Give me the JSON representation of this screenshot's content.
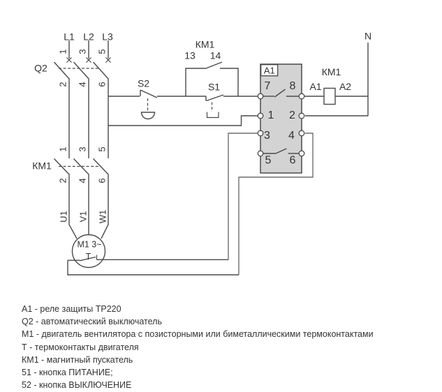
{
  "schematic": {
    "phase_labels": [
      "L1",
      "L2",
      "L3"
    ],
    "neutral_label": "N",
    "breaker": {
      "label": "Q2",
      "top_terminals": [
        "1",
        "3",
        "5"
      ],
      "bottom_terminals": [
        "2",
        "4",
        "6"
      ]
    },
    "contactor": {
      "label": "КМ1",
      "top_terminals": [
        "1",
        "3",
        "5"
      ],
      "bottom_terminals": [
        "2",
        "4",
        "6"
      ]
    },
    "aux_contact": {
      "label": "КМ1",
      "terminal_13": "13",
      "terminal_14": "14"
    },
    "stop_button": {
      "label": "S2"
    },
    "start_button": {
      "label": "S1"
    },
    "relay": {
      "tag": "A1",
      "t7": "7",
      "t8": "8",
      "t1": "1",
      "t2": "2",
      "t3": "3",
      "t4": "4",
      "t5": "5",
      "t6": "6"
    },
    "coil": {
      "label": "КМ1",
      "a1": "A1",
      "a2": "A2"
    },
    "motor": {
      "label": "М1 3~",
      "thermal": "Т",
      "terminals": [
        "U1",
        "V1",
        "W1"
      ]
    }
  },
  "legend": [
    "А1 - реле защиты ТР220",
    "Q2 - автоматический выключатель",
    "М1 - двигатель вентилятора с позисторными или биметаллическими термоконтактами",
    "Т - термоконтакты двигателя",
    "КМ1 - магнитный пускатель",
    "51 - кнопка ПИТАНИЕ;",
    "52 - кнопка ВЫКЛЮЧЕНИЕ"
  ],
  "colors": {
    "wire": "#4a4a4a",
    "routing_wire": "#6f6f6f",
    "relay_fill": "#d3d3d3",
    "text": "#333333",
    "background": "#ffffff"
  }
}
